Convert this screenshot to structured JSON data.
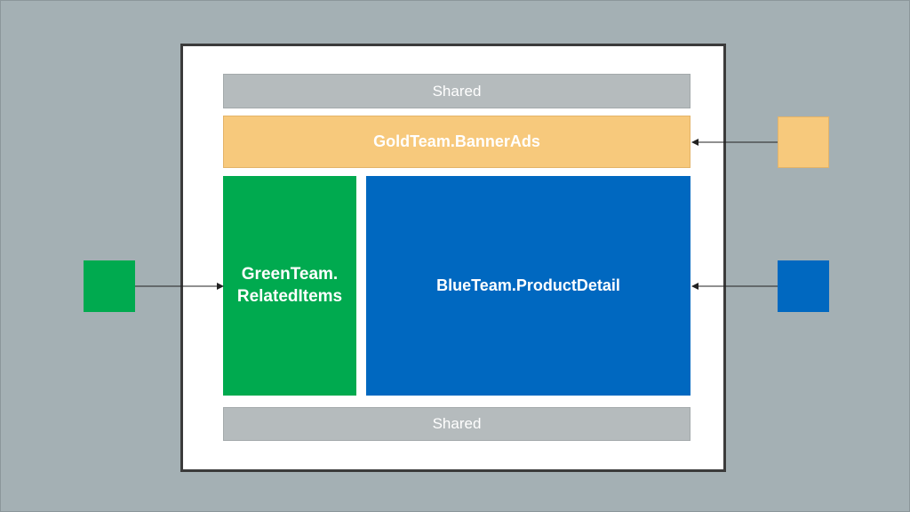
{
  "diagram": {
    "shared_top_label": "Shared",
    "gold_label": "GoldTeam.BannerAds",
    "green_label_line1": "GreenTeam.",
    "green_label_line2": "RelatedItems",
    "blue_label": "BlueTeam.ProductDetail",
    "shared_bottom_label": "Shared"
  },
  "colors": {
    "background": "#a4b0b4",
    "shared": "#b5bbbd",
    "gold": "#f7c97c",
    "green": "#00aa4f",
    "blue": "#0068c0",
    "frame": "#3b3b3b"
  }
}
